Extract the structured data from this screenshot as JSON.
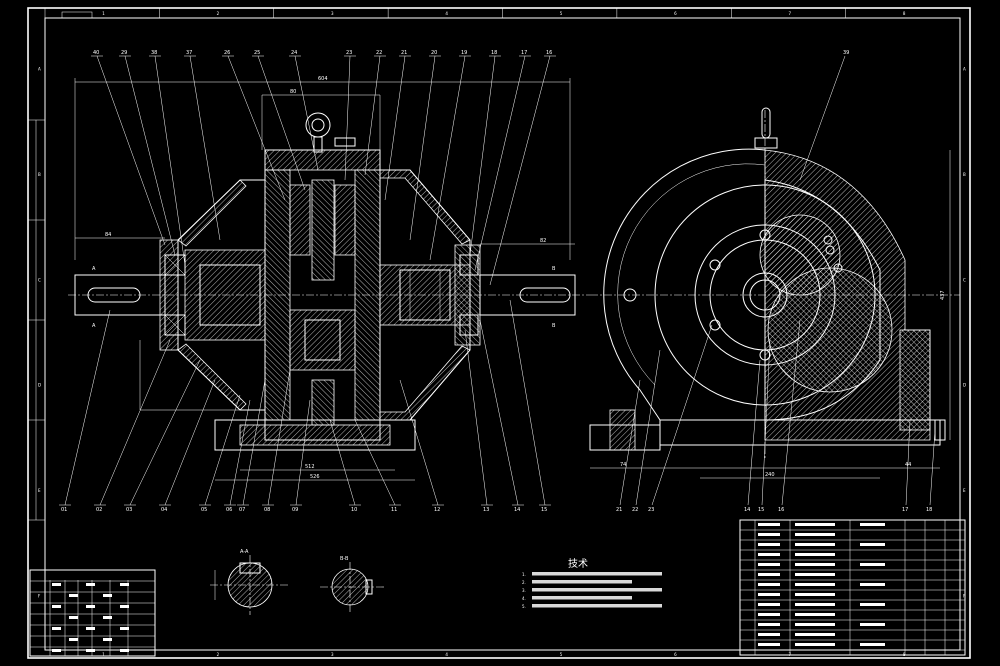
{
  "title_block": {
    "header": "",
    "border_letters_left": [
      "A",
      "B",
      "C",
      "D",
      "E",
      "F"
    ],
    "border_numbers_top": [
      "1",
      "2",
      "3",
      "4",
      "5",
      "6",
      "7",
      "8"
    ]
  },
  "callouts_top": [
    "40",
    "29",
    "38",
    "37",
    "26",
    "25",
    "24",
    "23",
    "22",
    "21",
    "20",
    "19",
    "18",
    "17",
    "16"
  ],
  "callouts_bottom": [
    "01",
    "02",
    "03",
    "04",
    "05",
    "06",
    "07",
    "08",
    "09",
    "10",
    "11",
    "12",
    "13",
    "14",
    "15"
  ],
  "callouts_side_top": [
    "39"
  ],
  "callouts_side_bottom": [
    "21",
    "22",
    "23",
    "14",
    "15",
    "16",
    "17",
    "18"
  ],
  "dimensions": {
    "overall_length": "604",
    "height_top": "80",
    "shaft_left": "84",
    "shaft_right": "82",
    "bottom_span": "512",
    "bottom_total": "526",
    "side_width": "240",
    "side_left": "74",
    "side_right": "44",
    "side_height": "437"
  },
  "section_labels": {
    "section_a": "A-A",
    "section_b": "B-B",
    "marker_a_top": "A",
    "marker_a_bottom": "A",
    "marker_b_top": "B",
    "marker_b_bottom": "B"
  },
  "notes": {
    "heading": "技术",
    "items": [
      "1.",
      "2.",
      "3.",
      "4.",
      "5."
    ]
  }
}
